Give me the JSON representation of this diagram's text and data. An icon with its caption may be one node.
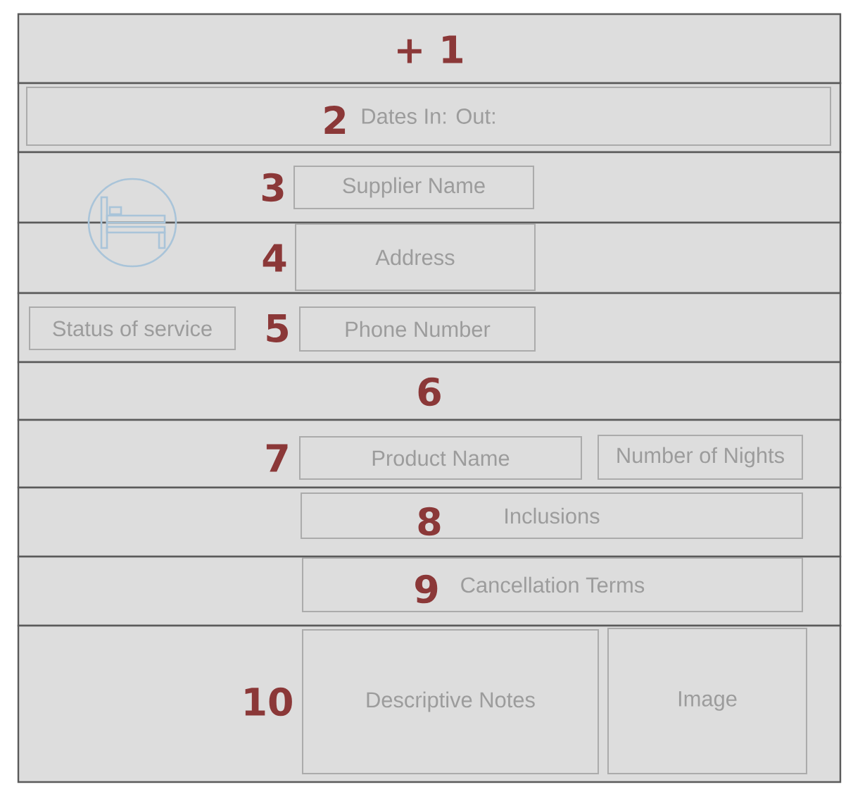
{
  "diagram": {
    "nodes": [
      {
        "text": [],
        "shape": "box"
      },
      {
        "text": [],
        "shape": "box"
      },
      {
        "text": [
          "Dates In: Out:"
        ],
        "in": 1
      },
      {
        "text": [],
        "shape": "box"
      },
      {
        "text": [
          "Supplier Name"
        ],
        "in": 3
      },
      {
        "text": [],
        "shape": "box"
      },
      {
        "text": [
          "Address"
        ],
        "in": 5
      },
      {
        "text": [],
        "shape": "box"
      },
      {
        "text": [
          "Status of service"
        ],
        "in": 7
      },
      {
        "text": [
          "Phone Number"
        ],
        "in": 7
      },
      {
        "text": [],
        "shape": "box"
      },
      {
        "text": [],
        "shape": "box"
      },
      {
        "text": [
          "Product Name"
        ],
        "in": 11
      },
      {
        "text": [
          "Number of Nights"
        ],
        "in": 11
      },
      {
        "text": [],
        "shape": "box"
      },
      {
        "text": [
          "Inclusions"
        ],
        "in": 14
      },
      {
        "text": [],
        "shape": "box"
      },
      {
        "text": [
          "Cancellation Terms"
        ],
        "in": 16
      },
      {
        "text": [],
        "shape": "box"
      },
      {
        "text": [
          "Descriptive Notes"
        ],
        "in": 18
      },
      {
        "text": [
          "Image"
        ],
        "in": 18
      }
    ],
    "labels": [
      "+ 1",
      "2",
      "3",
      "4",
      "5",
      "6",
      "7",
      "8",
      "9",
      "10"
    ]
  }
}
